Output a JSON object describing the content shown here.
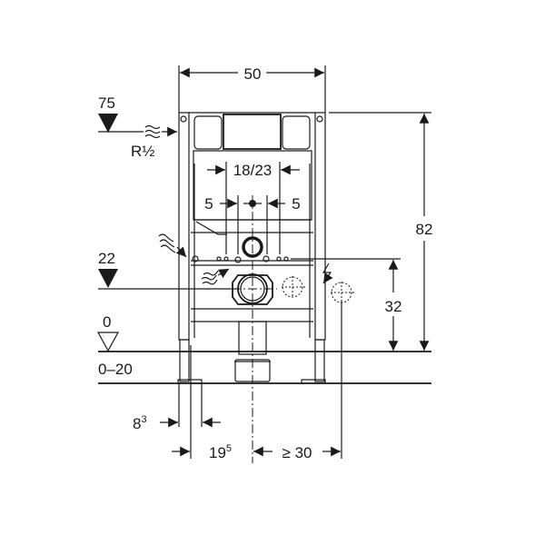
{
  "diagram": {
    "dims": {
      "width": "50",
      "height_total": "82",
      "outlet_height": "32",
      "flush_spacing": "18/23",
      "flush_offset_left": "5",
      "flush_offset_right": "5",
      "water_inlet_height": "75",
      "water_inlet_thread": "R½",
      "drain_height": "22",
      "floor_level": "0",
      "floor_range": "0–20",
      "foot_depth_base": "8",
      "foot_depth_sup": "3",
      "axis_offset_base": "19",
      "axis_offset_sup": "5",
      "side_clearance": "≥ 30"
    },
    "colors": {
      "line": "#1a1a1a",
      "background": "#ffffff"
    }
  }
}
